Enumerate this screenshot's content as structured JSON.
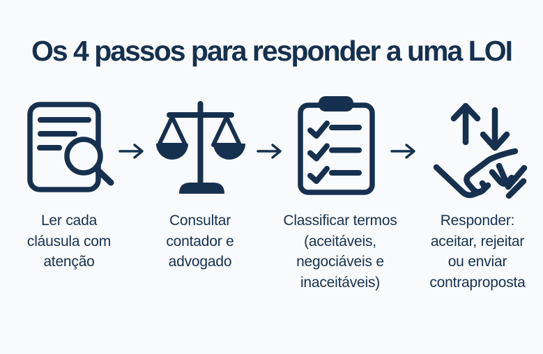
{
  "meta": {
    "background_color": "#f9fafb",
    "ink_color": "#16314f"
  },
  "title": "Os 4 passos para responder a uma LOI",
  "steps": [
    {
      "id": 1,
      "icon": "document-magnifier-icon",
      "lines": [
        "Ler cada",
        "cláusula com",
        "atenção"
      ]
    },
    {
      "id": 2,
      "icon": "balance-scale-icon",
      "lines": [
        "Consultar",
        "contador e",
        "advogado"
      ]
    },
    {
      "id": 3,
      "icon": "checklist-clipboard-icon",
      "lines": [
        "Classificar termos",
        "(aceitáveis,",
        "negociáveis e",
        "inaceitáveis)"
      ]
    },
    {
      "id": 4,
      "icon": "handshake-arrows-icon",
      "lines": [
        "Responder:",
        "aceitar, rejeitar",
        "ou enviar",
        "contraproposta"
      ]
    }
  ],
  "connectors": [
    {
      "icon": "right-arrow-icon"
    },
    {
      "icon": "right-arrow-icon"
    },
    {
      "icon": "right-arrow-icon"
    }
  ]
}
